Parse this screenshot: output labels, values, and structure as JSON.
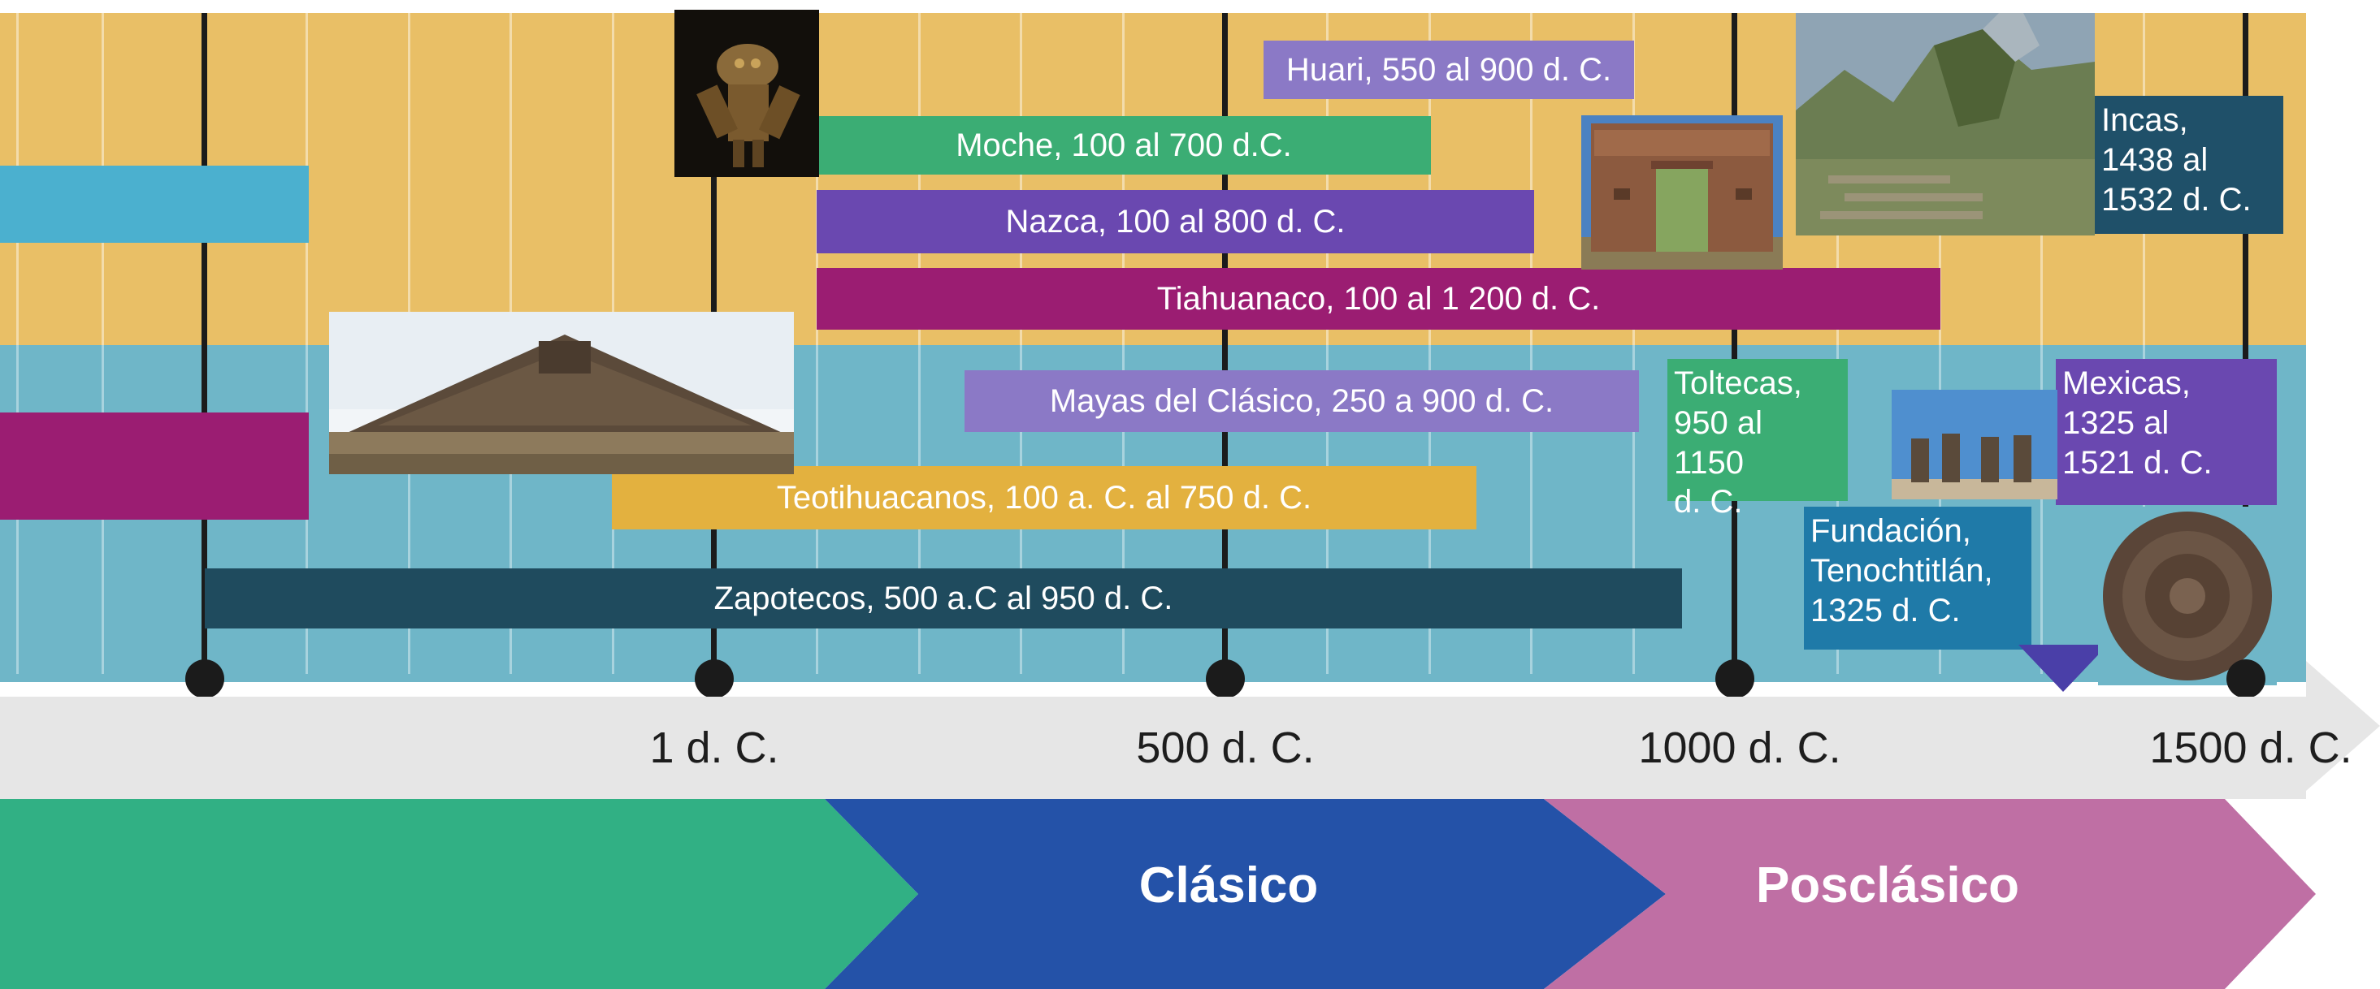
{
  "colors": {
    "band_top": "#e9bf66",
    "band_bottom": "#6fb6c8",
    "axis_arrow": "#e6e6e6",
    "preclasico": "#31b084",
    "clasico": "#2452a8",
    "posclasico": "#bf6fa4"
  },
  "axis": {
    "ticks": [
      "1 d. C.",
      "500 d. C.",
      "1000 d. C.",
      "1500 d. C."
    ]
  },
  "periods": {
    "clasico": "Clásico",
    "posclasico": "Posclásico"
  },
  "cultures": {
    "huari": "Huari, 550 al 900 d. C.",
    "moche": "Moche, 100 al 700 d.C.",
    "nazca": "Nazca, 100 al 800 d. C.",
    "tiahuanaco": "Tiahuanaco, 100 al 1 200 d. C.",
    "incas": "Incas,\n1438 al\n1532 d. C.",
    "mayas": "Mayas del Clásico, 250 a 900 d. C.",
    "teotihuacanos": "Teotihuacanos, 100 a. C. al 750 d. C.",
    "zapotecos": "Zapotecos, 500 a.C al 950 d. C.",
    "toltecas": "Toltecas,\n950 al 1150\nd. C.",
    "mexicas": "Mexicas,\n1325 al\n1521 d. C.",
    "fundacion": "Fundación,\nTenochtitlán,\n1325 d. C."
  },
  "images": [
    "moche-figure-photo",
    "tiahuanaco-gate-photo",
    "machu-picchu-photo",
    "teotihuacan-pyramid-photo",
    "tula-atlantes-photo",
    "aztec-sun-stone-photo"
  ]
}
